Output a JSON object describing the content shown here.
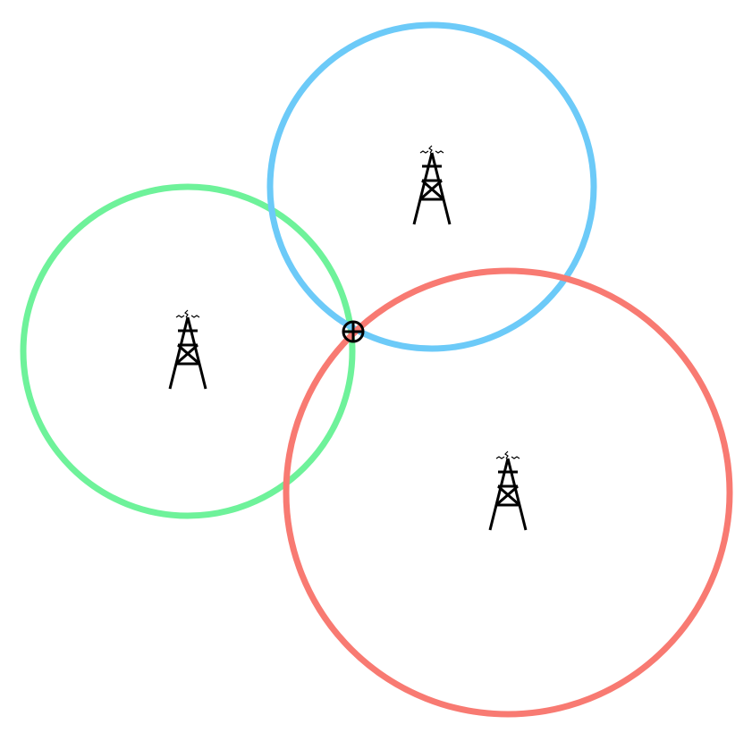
{
  "diagram": {
    "background": "#ffffff",
    "towers": [
      {
        "id": "green",
        "icon": "radio-tower-icon",
        "ring_color": "#6ef29a"
      },
      {
        "id": "blue",
        "icon": "radio-tower-icon",
        "ring_color": "#6ccaf8"
      },
      {
        "id": "red",
        "icon": "radio-tower-icon",
        "ring_color": "#f87a72"
      }
    ],
    "intersection_marker": {
      "icon": "crosshair-target-icon",
      "color": "#000000"
    }
  }
}
